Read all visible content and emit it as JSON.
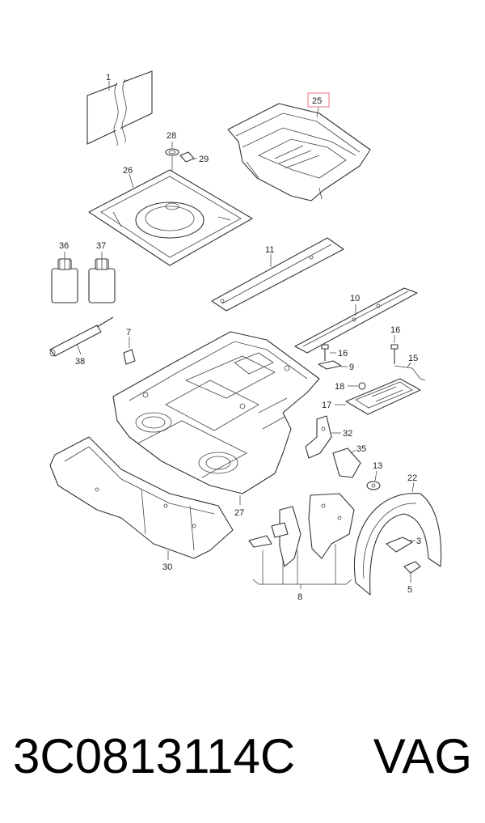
{
  "callouts": {
    "c1": "1",
    "c25": "25",
    "c28": "28",
    "c29": "29",
    "c26": "26",
    "c36": "36",
    "c37": "37",
    "c11": "11",
    "c10": "10",
    "c38": "38",
    "c7": "7",
    "c16a": "16",
    "c16b": "16",
    "c9": "9",
    "c15": "15",
    "c18": "18",
    "c17": "17",
    "c32": "32",
    "c35": "35",
    "c13": "13",
    "c22": "22",
    "c3": "3",
    "c5": "5",
    "c27": "27",
    "c30": "30",
    "c8": "8"
  },
  "highlight_color": "#e8707f",
  "caption": {
    "part_number": "3C0813114C",
    "brand": "VAG"
  }
}
